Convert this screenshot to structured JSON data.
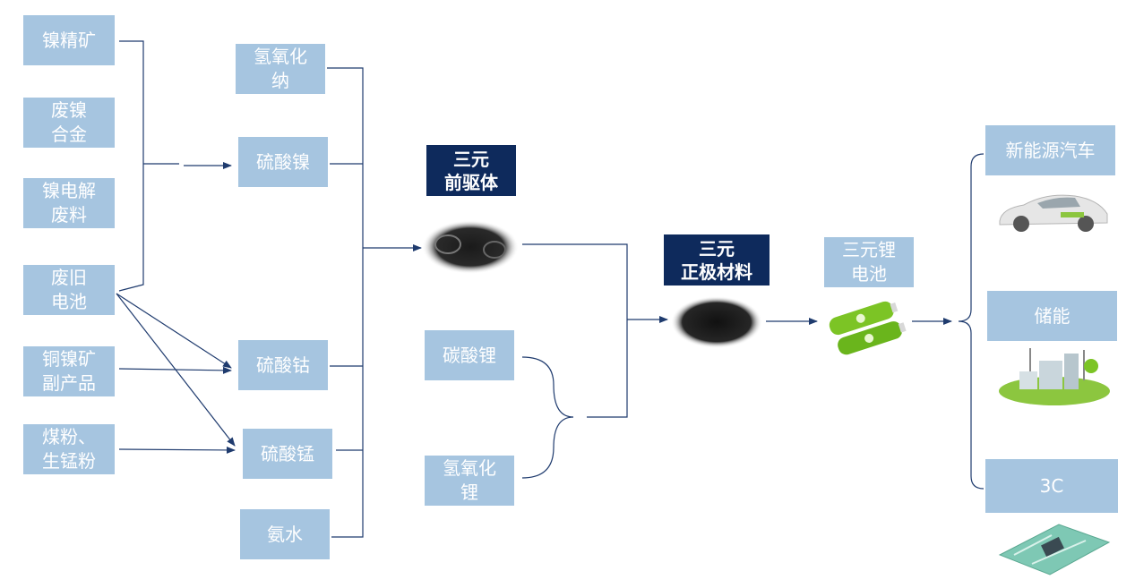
{
  "raw_materials": [
    "镍精矿",
    "废镍\n合金",
    "镍电解\n废料",
    "废旧\n电池",
    "铜镍矿\n副产品",
    "煤粉、\n生锰粉"
  ],
  "chemicals": [
    "氢氧化\n纳",
    "硫酸镍",
    "硫酸钴",
    "硫酸锰",
    "氨水"
  ],
  "precursor": {
    "label": "三元\n前驱体"
  },
  "lithium_sources": [
    "碳酸锂",
    "氢氧化\n锂"
  ],
  "cathode": {
    "label": "三元\n正极材料"
  },
  "battery": {
    "label": "三元锂\n电池"
  },
  "applications": [
    "新能源汽车",
    "储能",
    "3C"
  ],
  "colors": {
    "box_light": "#a6c5e0",
    "box_dark": "#0e2a5c",
    "line": "#1f3b6e"
  },
  "icons": {
    "precursor": "black-powder-icon",
    "cathode": "black-powder-icon",
    "battery": "green-battery-icon",
    "ev": "car-icon",
    "storage": "solar-wind-icon",
    "3c": "circuit-board-icon"
  }
}
